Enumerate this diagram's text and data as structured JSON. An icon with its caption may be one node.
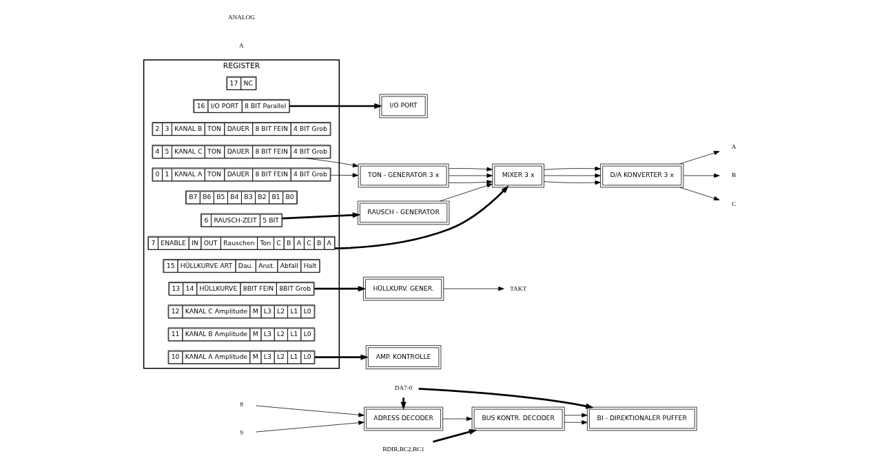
{
  "diagram": {
    "nodes": [
      {
        "text": [
          "BDIR,BC2,BC1"
        ]
      },
      {
        "text": [
          "DA7-0"
        ]
      },
      {
        "text": [
          "9"
        ]
      },
      {
        "text": [
          "8"
        ]
      },
      {
        "text": [
          "BUS KONTR. DECODER"
        ]
      },
      {
        "text": [
          "BI - DIREKTIONALER PUFFER"
        ]
      },
      {
        "text": [
          "ADRESS DECODER"
        ]
      },
      {
        "text": [
          "REGISTER"
        ]
      },
      {
        "text": [
          "B7",
          "B6",
          "B5",
          "B4",
          "B3",
          "B2",
          "B1",
          "B0"
        ],
        "in": 7
      },
      {
        "text": [
          "0",
          "1",
          "KANAL A",
          "TON",
          "DAUER",
          "8 BIT FEIN",
          "4 BIT Grob"
        ],
        "in": 7
      },
      {
        "text": [
          "2",
          "3",
          "KANAL B",
          "TON",
          "DAUER",
          "8 BIT FEIN",
          "4 BIT Grob"
        ],
        "in": 7
      },
      {
        "text": [
          "4",
          "5",
          "KANAL C",
          "TON",
          "DAUER",
          "8 BIT FEIN",
          "4 BIT Grob"
        ],
        "in": 7
      },
      {
        "text": [
          "6",
          "RAUSCH-ZEIT",
          "5 BIT"
        ],
        "in": 7
      },
      {
        "text": [
          "7",
          "ENABLE",
          "IN",
          "OUT",
          "Rauschen",
          "Ton",
          "C",
          "B",
          "A",
          "C",
          "B",
          "A"
        ],
        "in": 7
      },
      {
        "text": [
          "10",
          "KANAL A Amplitude",
          "M",
          "L3",
          "L2",
          "L1",
          "L0"
        ],
        "in": 7
      },
      {
        "text": [
          "11",
          "KANAL B Amplitude",
          "M",
          "L3",
          "L2",
          "L1",
          "L0"
        ],
        "in": 7
      },
      {
        "text": [
          "12",
          "KANAL C Amplitude",
          "M",
          "L3",
          "L2",
          "L1",
          "L0"
        ],
        "in": 7
      },
      {
        "text": [
          "13",
          "14",
          "HÜLLKURVE",
          "8BIT FEIN",
          "8BIT Grob"
        ],
        "in": 7
      },
      {
        "text": [
          "15",
          "HÜLLKURVE ART",
          "Dau.",
          "Anst.",
          "Abfall",
          "Halt"
        ],
        "in": 7
      },
      {
        "text": [
          "16",
          "I/O PORT",
          "8 BIT Parallel"
        ],
        "in": 7
      },
      {
        "text": [
          "17",
          "NC"
        ],
        "in": 7
      },
      {
        "text": [
          "RAUSCH - GENERATOR"
        ]
      },
      {
        "text": [
          "TON - GENERATOR 3 x"
        ]
      },
      {
        "text": [
          "MIXER 3 x"
        ]
      },
      {
        "text": [
          "AMP. KONTROLLE"
        ]
      },
      {
        "text": [
          "D/A KONVERTER 3 x"
        ]
      },
      {
        "text": [
          "HÜLLKURV. GENER."
        ]
      },
      {
        "text": [
          "I/O PORT"
        ]
      },
      {
        "text": [
          "TAKT"
        ]
      },
      {
        "text": [
          "A"
        ]
      },
      {
        "text": [
          "B"
        ]
      },
      {
        "text": [
          "C"
        ]
      }
    ],
    "edges": [
      {
        "from": 0,
        "to": 4,
        "arrow": "to",
        "style": "thick"
      },
      {
        "from": 1,
        "to": 5,
        "arrow": "to",
        "style": "thick"
      },
      {
        "from": 1,
        "to": 6,
        "arrow": "to",
        "style": "thick"
      },
      {
        "from": 2,
        "to": 6,
        "arrow": "to"
      },
      {
        "from": 3,
        "to": 6,
        "arrow": "to"
      },
      {
        "from": 6,
        "to": 4,
        "arrow": "to"
      },
      {
        "from": 4,
        "to": 5,
        "arrow": "to"
      },
      {
        "from": 4,
        "to": 5,
        "arrow": "to"
      },
      {
        "from": 9,
        "to": 22,
        "arrow": "to"
      },
      {
        "from": 11,
        "to": 22,
        "arrow": "to"
      },
      {
        "from": 12,
        "to": 21,
        "arrow": "to",
        "style": "thick"
      },
      {
        "from": 13,
        "to": 23,
        "arrow": "to",
        "style": "thick"
      },
      {
        "from": 14,
        "to": 24,
        "arrow": "to",
        "style": "thick"
      },
      {
        "from": 17,
        "to": 26,
        "arrow": "to",
        "style": "thick"
      },
      {
        "from": 19,
        "to": 27,
        "arrow": "to",
        "style": "thick"
      },
      {
        "from": 21,
        "to": 23,
        "arrow": "to"
      },
      {
        "from": 22,
        "to": 23,
        "arrow": "to"
      },
      {
        "from": 22,
        "to": 23,
        "arrow": "to"
      },
      {
        "from": 22,
        "to": 23,
        "arrow": "to"
      },
      {
        "from": 23,
        "to": 25,
        "arrow": "to"
      },
      {
        "from": 23,
        "to": 25,
        "arrow": "to"
      },
      {
        "from": 23,
        "to": 25,
        "arrow": "to"
      },
      {
        "from": 26,
        "to": 28,
        "arrow": "to"
      },
      {
        "from": 25,
        "to": 29,
        "arrow": "to"
      },
      {
        "from": 25,
        "to": 30,
        "arrow": "to"
      },
      {
        "from": 25,
        "to": 31,
        "arrow": "to"
      }
    ],
    "labels": [
      "A",
      "ANALOG"
    ]
  }
}
